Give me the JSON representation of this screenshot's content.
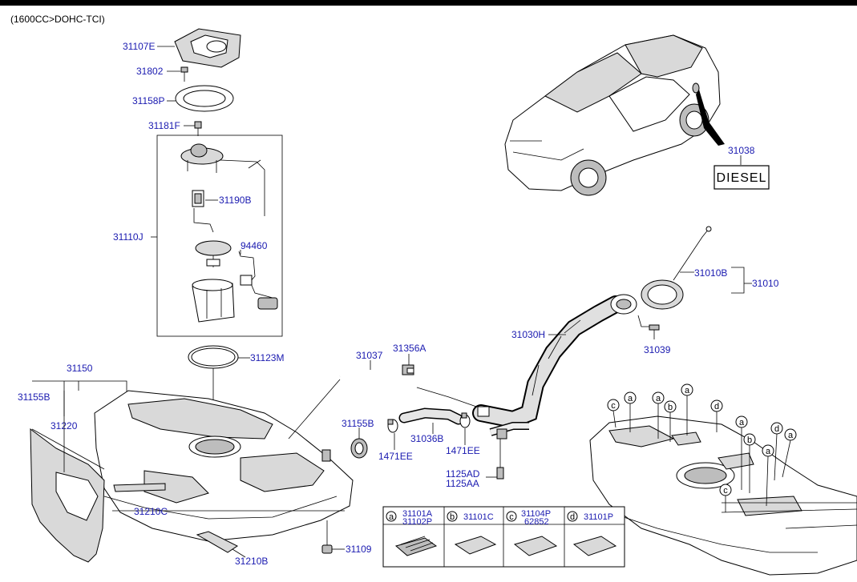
{
  "header": {
    "subtitle": "(1600CC>DOHC-TCI)"
  },
  "labels": {
    "p31107E": "31107E",
    "p31802": "31802",
    "p31158P": "31158P",
    "p31181F": "31181F",
    "p31190B": "31190B",
    "p31110J": "31110J",
    "p94460": "94460",
    "p31123M": "31123M",
    "p31150": "31150",
    "p31155B_left": "31155B",
    "p31220": "31220",
    "p31210C": "31210C",
    "p31210B": "31210B",
    "p31109": "31109",
    "p31037": "31037",
    "p31356A": "31356A",
    "p31155B_mid": "31155B",
    "p31036B": "31036B",
    "p1471EE_a": "1471EE",
    "p1471EE_b": "1471EE",
    "p1125AD": "1125AD",
    "p1125AA": "1125AA",
    "p31030H": "31030H",
    "p31039": "31039",
    "p31010B": "31010B",
    "p31010": "31010",
    "p31038": "31038"
  },
  "diesel_badge": "DIESEL",
  "callout_letters": {
    "c1": "c",
    "a1": "a",
    "a2": "a",
    "b1": "b",
    "a3": "a",
    "d1": "d",
    "a4": "a",
    "b2": "b",
    "d2": "d",
    "a5": "a",
    "a6": "a",
    "c2": "c"
  },
  "table": {
    "cells": [
      {
        "letter": "a",
        "line1": "31101A",
        "line2": "31102P"
      },
      {
        "letter": "b",
        "line1": "31101C",
        "line2": ""
      },
      {
        "letter": "c",
        "line1": "31104P",
        "line2": "62852"
      },
      {
        "letter": "d",
        "line1": "31101P",
        "line2": ""
      }
    ]
  }
}
